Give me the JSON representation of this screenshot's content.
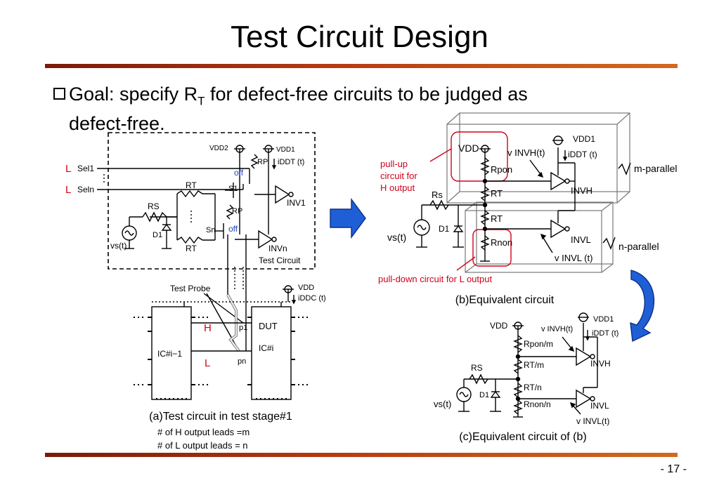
{
  "slide": {
    "title": "Test Circuit Design",
    "page_number": "- 17 -"
  },
  "goal": {
    "prefix": "Goal: specify R",
    "subscript": "T",
    "suffix": " for defect-free circuits to be judged as",
    "line2": "defect-free."
  },
  "fig_a": {
    "caption": "(a)Test circuit in test stage#1",
    "note1": "# of H output leads =m",
    "note2": "# of L output leads = n",
    "sel1_level": "L",
    "seln_level": "L",
    "sel1": "Sel1",
    "seln": "Seln",
    "rs": "RS",
    "rt_top": "RT",
    "rt_bottom": "RT",
    "d1": "D1",
    "vs": "vs(t)",
    "vdd2": "VDD2",
    "vdd1": "VDD1",
    "iddt": "iDDT (t)",
    "rp1": "RP",
    "rp2": "RP",
    "off1": "off",
    "off2": "off",
    "s1": "S1",
    "sn": "Sn",
    "inv1": "INV1",
    "invn": "INVn",
    "test_circuit": "Test Circuit",
    "test_probe": "Test Probe",
    "vdd": "VDD",
    "iddc": "iDDC (t)",
    "h_label": "H",
    "l_label": "L",
    "p1": "p1",
    "pn": "pn",
    "dut": "DUT",
    "ic_prev": "IC#i−1",
    "ic_cur": "IC#i"
  },
  "fig_b": {
    "caption": "(b)Equivalent circuit",
    "pullup_note": [
      "pull-up",
      "circuit for",
      "H output"
    ],
    "pulldown_note": "pull-down circuit for L output",
    "m_parallel": "m-parallel",
    "n_parallel": "n-parallel",
    "vdd": "VDD",
    "vdd1": "VDD1",
    "iddt": "iDDT (t)",
    "vinvh": "v INVH(t)",
    "vinvl": "v INVL (t)",
    "rpon": "Rpon",
    "rt1": "RT",
    "rt2": "RT",
    "rnon": "Rnon",
    "rs": "Rs",
    "d1": "D1",
    "vs": "vs(t)",
    "invh": "INVH",
    "invl": "INVL"
  },
  "fig_c": {
    "caption": "(c)Equivalent circuit of (b)",
    "vdd": "VDD",
    "vdd1": "VDD1",
    "vinvh": "v INVH(t)",
    "iddt": "iDDT (t)",
    "rpon_m": "Rpon/m",
    "rt_m": "RT/m",
    "rt_n": "RT/n",
    "rnon_n": "Rnon/n",
    "rs": "RS",
    "d1": "D1",
    "vs": "vs(t)",
    "invh": "INVH",
    "invl": "INVL",
    "vinvl": "v INVL(t)"
  },
  "colors": {
    "accent_red": "#d0021b",
    "arrow_blue": "#1f5fd6",
    "off_blue": "#1f3fbf",
    "title_rule": "#a8340f"
  }
}
